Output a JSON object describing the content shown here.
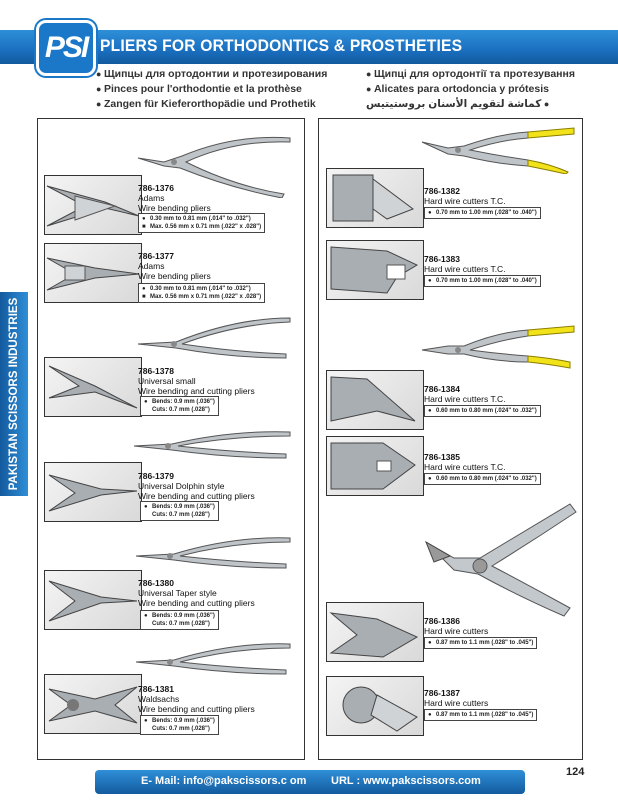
{
  "header": {
    "logo_text": "PSI",
    "title": "PLIERS FOR ORTHODONTICS & PROSTHETIES",
    "subtitles": [
      "Щипцы для ортодонтии и протезирования",
      "Щипці для ортодонтії та протезування",
      "Pinces pour l'orthodontie et la prothèse",
      "Alicates para ortodoncia y prótesis",
      "Zangen für Kieferorthopädie und Prothetik",
      "كماشة لتقويم الأسنان بروستيتيس"
    ]
  },
  "side_label": "PAKISTAN SCISSORS INDUSTRIES",
  "left_items": [
    {
      "code": "786-1376",
      "line1": "Adams",
      "line2": "Wire bending pliers",
      "specs": [
        {
          "sym": "●",
          "text": "0.30 mm to 0.81 mm (.014\" to .032\")"
        },
        {
          "sym": "■",
          "text": "Max. 0.56 mm x 0.71 mm (.022\" x .028\")"
        }
      ]
    },
    {
      "code": "786-1377",
      "line1": "Adams",
      "line2": "Wire bending pliers",
      "specs": [
        {
          "sym": "●",
          "text": "0.30 mm to 0.81 mm (.014\" to .032\")"
        },
        {
          "sym": "■",
          "text": "Max. 0.56 mm x 0.71 mm (.022\" x .028\")"
        }
      ]
    },
    {
      "code": "786-1378",
      "line1": "Universal small",
      "line2": "Wire bending and cutting pliers",
      "specs": [
        {
          "sym": "●",
          "text": "Bends: 0.9 mm (.036\")"
        },
        {
          "sym": "",
          "text": "Cuts: 0.7 mm (.028\")"
        }
      ]
    },
    {
      "code": "786-1379",
      "line1": "Universal Dolphin style",
      "line2": "Wire bending and cutting pliers",
      "specs": [
        {
          "sym": "●",
          "text": "Bends: 0.9 mm (.036\")"
        },
        {
          "sym": "",
          "text": "Cuts: 0.7 mm (.028\")"
        }
      ]
    },
    {
      "code": "786-1380",
      "line1": "Universal Taper style",
      "line2": "Wire bending and cutting pliers",
      "specs": [
        {
          "sym": "●",
          "text": "Bends: 0.9 mm (.036\")"
        },
        {
          "sym": "",
          "text": "Cuts: 0.7 mm (.028\")"
        }
      ]
    },
    {
      "code": "786-1381",
      "line1": "Waldsachs",
      "line2": "Wire bending and cutting pliers",
      "specs": [
        {
          "sym": "●",
          "text": "Bends: 0.9 mm (.036\")"
        },
        {
          "sym": "",
          "text": "Cuts: 0.7 mm (.028\")"
        }
      ]
    }
  ],
  "right_items": [
    {
      "code": "786-1382",
      "line1": "Hard wire cutters T.C.",
      "spec": {
        "sym": "●",
        "text": "0.70 mm to 1.00 mm (.028\" to .040\")"
      }
    },
    {
      "code": "786-1383",
      "line1": "Hard wire cutters T.C.",
      "spec": {
        "sym": "●",
        "text": "0.70 mm to 1.00 mm (.028\" to .040\")"
      }
    },
    {
      "code": "786-1384",
      "line1": "Hard wire cutters T.C.",
      "spec": {
        "sym": "●",
        "text": "0.60 mm to 0.80 mm (.024\" to .032\")"
      }
    },
    {
      "code": "786-1385",
      "line1": "Hard wire cutters T.C.",
      "spec": {
        "sym": "●",
        "text": "0.60 mm to 0.80 mm (.024\" to .032\")"
      }
    },
    {
      "code": "786-1386",
      "line1": "Hard wire cutters",
      "spec": {
        "sym": "●",
        "text": "0.87 mm to 1.1 mm (.028\" to .045\")"
      }
    },
    {
      "code": "786-1387",
      "line1": "Hard wire cutters",
      "spec": {
        "sym": "●",
        "text": "0.87 mm to 1.1 mm (.028\" to .045\")"
      }
    }
  ],
  "footer": {
    "email": "E- Mail: info@pakscissors.c om",
    "url": "URL  :  www.pakscissors.com",
    "page_number": "124"
  },
  "colors": {
    "brand_blue": "#1b78c9",
    "handle_yellow": "#f2e21a",
    "steel": "#b9bec3"
  }
}
